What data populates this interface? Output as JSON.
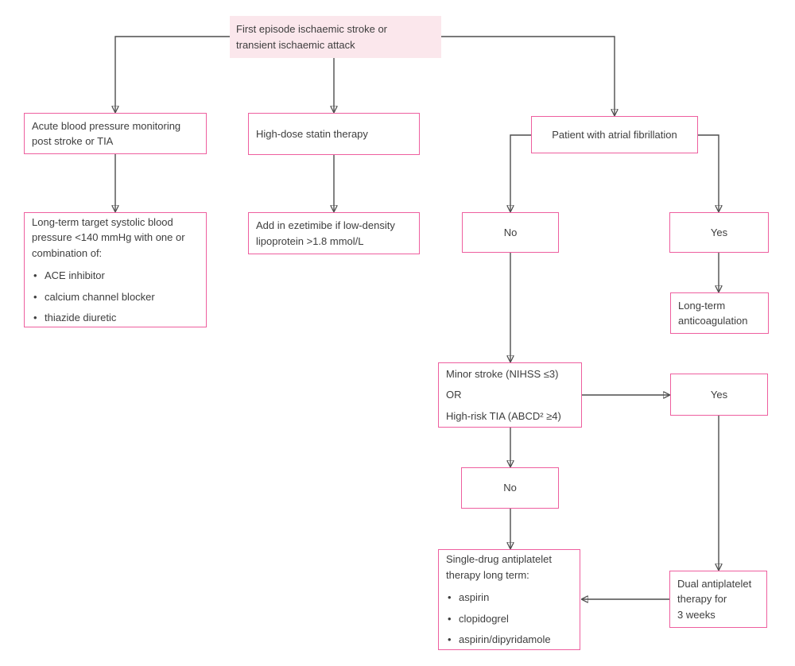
{
  "diagram": {
    "colors": {
      "box_border": "#ee5f9f",
      "start_fill": "#fbe7ec",
      "text": "#3e3e3e",
      "connector_line": "#4d4d4d",
      "arrowhead": "#1a1a1a"
    },
    "nodes": {
      "start": {
        "text": "First episode ischaemic stroke or transient ischaemic attack",
        "lines": [
          "First episode ischaemic stroke or",
          "transient ischaemic attack"
        ]
      },
      "bp_acute": {
        "text": "Acute blood pressure monitoring post stroke or TIA",
        "lines": [
          "Acute blood pressure monitoring",
          "post stroke or TIA"
        ]
      },
      "bp_longterm": {
        "title": "Long-term target systolic blood pressure <140 mmHg with one or combination of:",
        "title_lines": [
          "Long-term target systolic blood",
          "pressure <140 mmHg with one or",
          "combination of:"
        ],
        "bullets": [
          "ACE inhibitor",
          "calcium channel blocker",
          "thiazide diuretic"
        ]
      },
      "statin": {
        "text": "High-dose statin therapy"
      },
      "ezetimibe": {
        "text": "Add in ezetimibe if low-density lipoprotein >1.8 mmol/L",
        "lines": [
          "Add in ezetimibe if low-density",
          "lipoprotein >1.8 mmol/L"
        ]
      },
      "af": {
        "text": "Patient with atrial fibrillation"
      },
      "af_no": {
        "text": "No"
      },
      "af_yes": {
        "text": "Yes"
      },
      "anticoagulation": {
        "text": "Long-term anticoagulation",
        "lines": [
          "Long-term",
          "anticoagulation"
        ]
      },
      "minor_stroke": {
        "lines": [
          "Minor stroke (NIHSS ≤3)",
          "OR",
          "High-risk TIA (ABCD² ≥4)"
        ]
      },
      "minor_yes": {
        "text": "Yes"
      },
      "minor_no": {
        "text": "No"
      },
      "single_drug": {
        "title": "Single-drug antiplatelet therapy long term:",
        "title_lines": [
          "Single-drug antiplatelet",
          "therapy long term:"
        ],
        "bullets": [
          "aspirin",
          "clopidogrel",
          "aspirin/dipyridamole"
        ]
      },
      "dual": {
        "text": "Dual antiplatelet therapy for 3 weeks",
        "lines": [
          "Dual antiplatelet",
          "therapy for",
          "3 weeks"
        ]
      }
    }
  }
}
